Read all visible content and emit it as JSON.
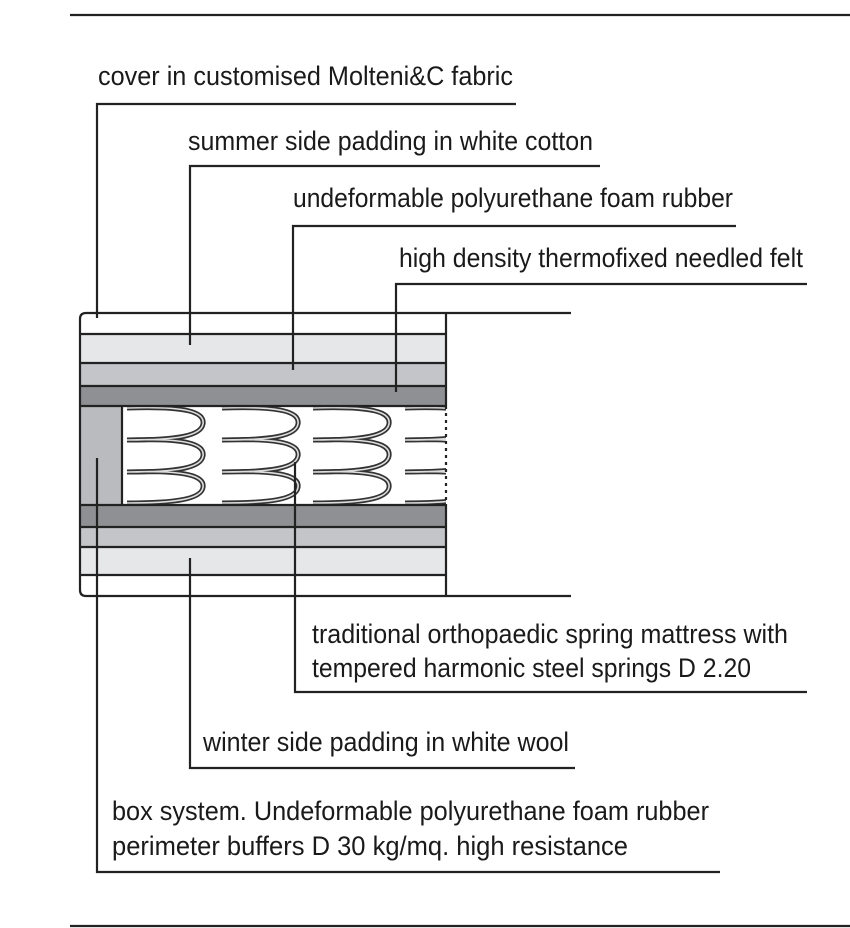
{
  "labels": {
    "cover": "cover in customised Molteni&C fabric",
    "summer": "summer side padding in white cotton",
    "foam": "undeformable polyurethane foam rubber",
    "felt": "high density thermofixed needled felt",
    "springs_line1": "traditional orthopaedic spring mattress with",
    "springs_line2": "tempered harmonic steel springs D 2.20",
    "winter": "winter side padding in white wool",
    "box_line1": "box system. Undeformable polyurethane foam rubber",
    "box_line2": "perimeter buffers D 30 kg/mq. high resistance"
  },
  "colors": {
    "cover": "#ffffff",
    "padding": "#e6e7e9",
    "foam": "#c3c5c8",
    "felt": "#8e9093",
    "box": "#b9bbbe",
    "line": "#222222"
  }
}
